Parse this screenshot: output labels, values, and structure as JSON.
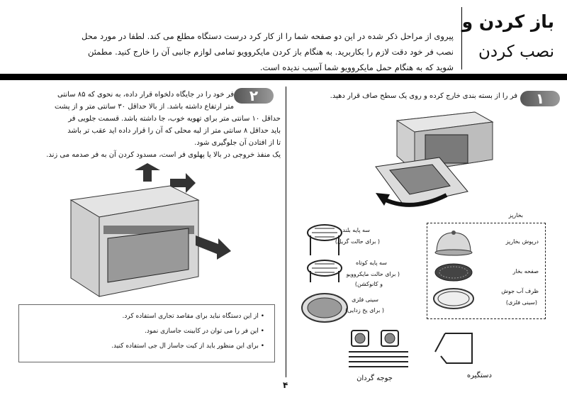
{
  "header": {
    "title_line1": "باز کردن و",
    "title_line2": "نصب کردن",
    "intro_line1": "پیروی از مراحل ذکر شده در این دو صفحه شما را از کار کرد درست دستگاه مطلع می کند. لطفا در مورد محل",
    "intro_line2": "نصب  فر خود دقت لازم را بکاربرید. به هنگام باز کردن مایکروویو تمامی لوازم جانبی آن را خارج کنید. مطمئن",
    "intro_line3": "شوید که به هنگام حمل مایکروویو شما آسیب ندیده است."
  },
  "step1": {
    "number": "۱",
    "text": "فر را از بسته بندی خارج کرده و روی یک سطح صاف قرار دهید."
  },
  "step2": {
    "number": "۲",
    "line1": "فر خود را در جایگاه دلخواه قرار داده، به نحوی که ۸۵ سانتی",
    "line2": "متر ارتفاع داشته باشد. از بالا حداقل ۳۰ سانتی متر و از پشت",
    "line3": "حداقل ۱۰ سانتی متر برای تهویه خوب، جا داشته باشد. قسمت جلویی  فر",
    "line4": "باید حداقل ۸ سانتی متر از لبه محلی که آن را قرار داده اید عقب تر باشد",
    "line5": "تا از افتادن آن جلوگیری شود.",
    "line6": "یک منفذ خروجی در بالا یا پهلوی فر است، مسدود کردن آن به فر صدمه می زند."
  },
  "notes": [
    "• از این دستگاه نباید برای مقاصد تجاری استفاده کرد.",
    "• این فر را می توان در کابینت جاسازی نمود.",
    "• برای این منظور باید از کیت جاساز ال جی استفاده کنید."
  ],
  "accessories": {
    "high_rack": "سه پایه بلند",
    "high_rack_note": "( برای حالت گریل)",
    "low_rack": "سه پایه کوتاه",
    "low_rack_note1": "( برای حالت مایکروویو",
    "low_rack_note2": "و کانوکشن)",
    "metal_tray": "سینی فلزی",
    "metal_tray_note": "( برای یخ زدایی)",
    "steam_group": "بخارپز",
    "steam_cover": "درپوش بخارپز",
    "steam_plate": "صفحه بخار",
    "boil_bowl1": "ظرف آب جوش",
    "boil_bowl2": "(سینی فلزی)",
    "rotisserie": "جوجه گردان",
    "handle": "دستگیره"
  },
  "page_number": "۴"
}
